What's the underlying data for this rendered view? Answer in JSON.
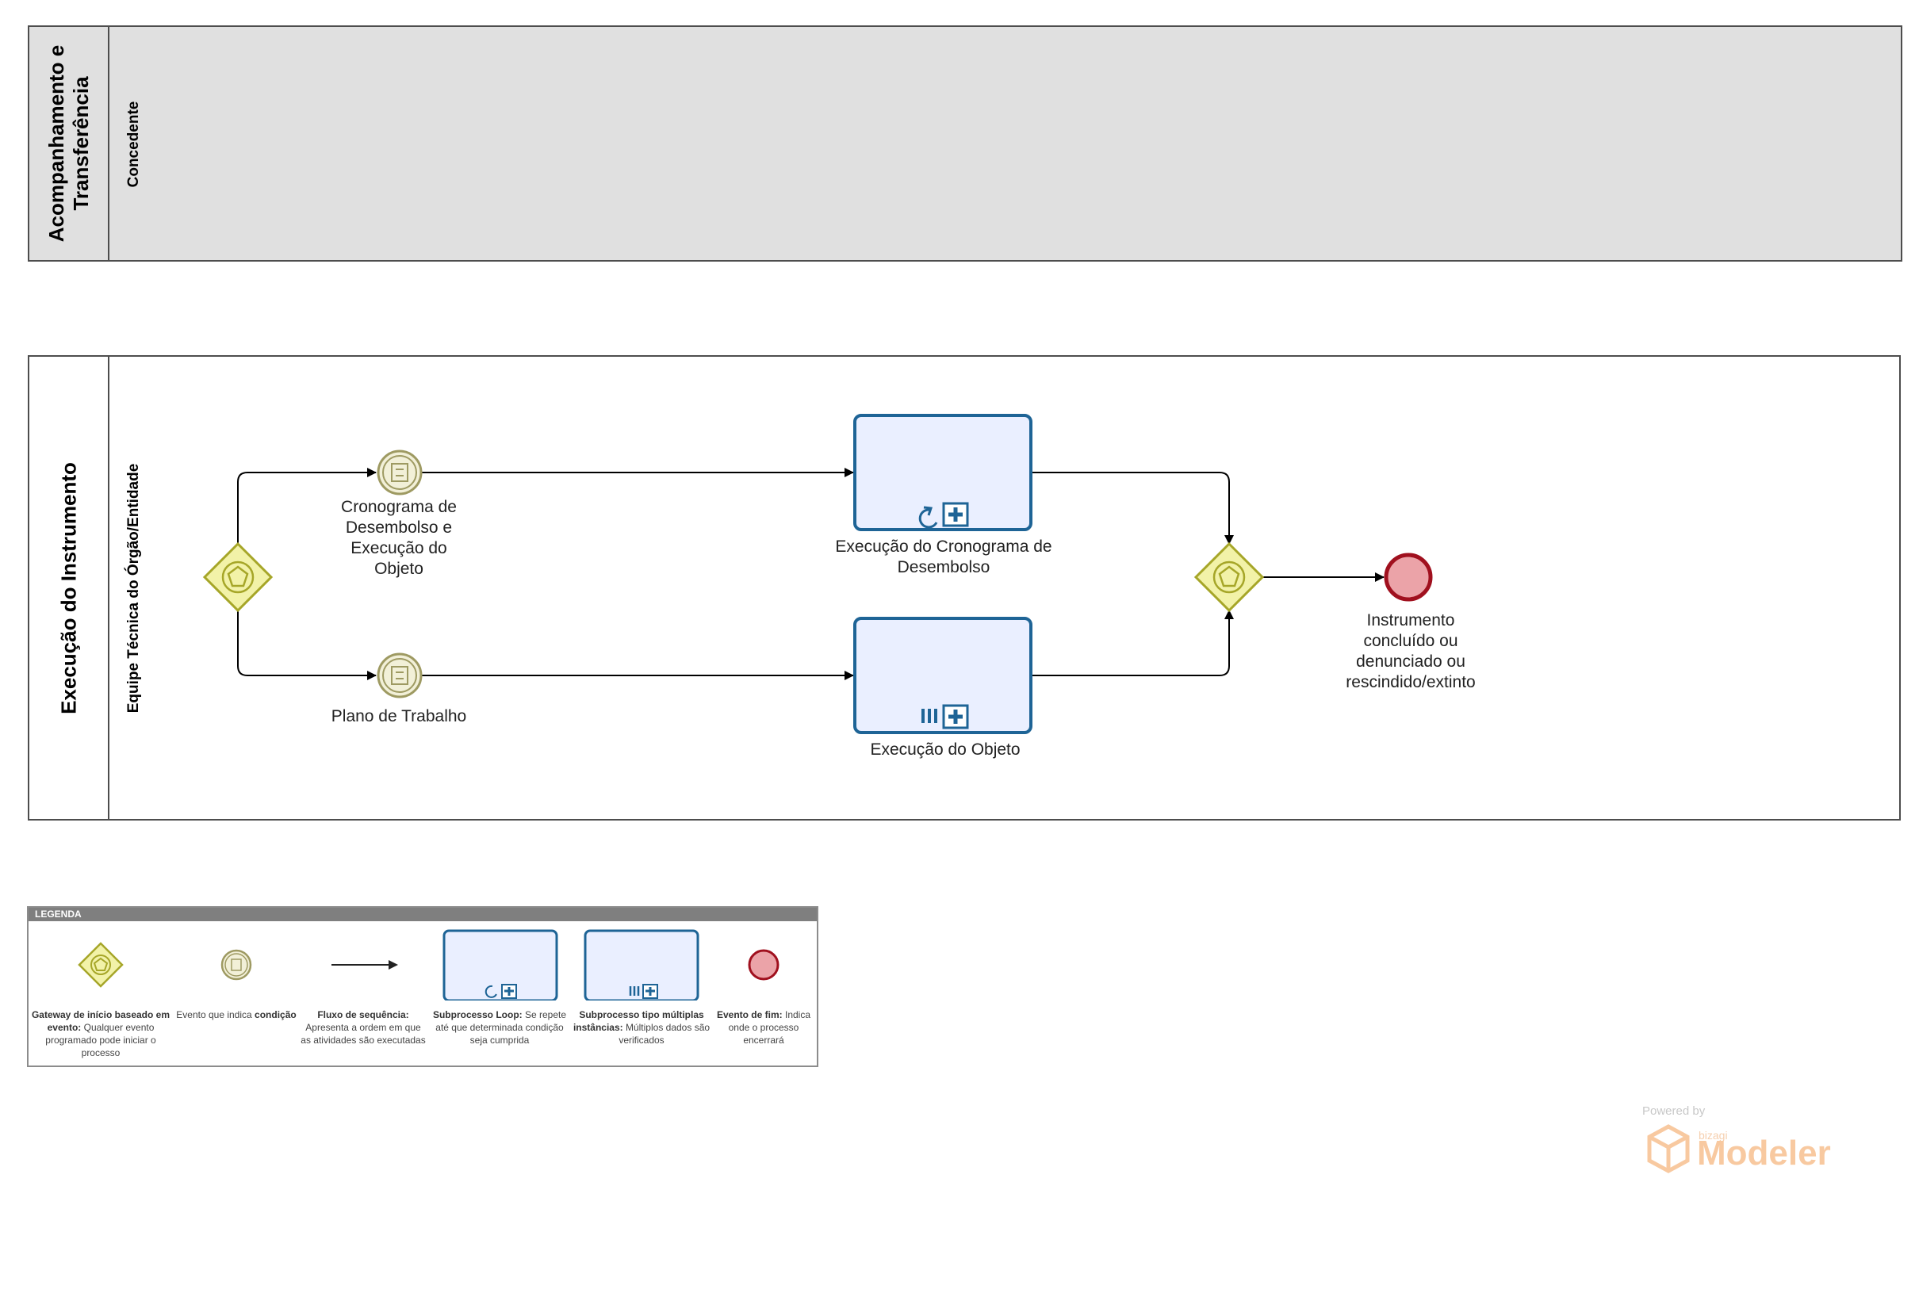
{
  "pools": [
    {
      "title": "Acompanhamento e Transferência",
      "lanes": [
        {
          "title": "Concedente"
        }
      ]
    },
    {
      "title": "Execução do Instrumento",
      "lanes": [
        {
          "title": "Equipe Técnica do Órgão/Entidade"
        }
      ]
    }
  ],
  "nodes": {
    "start_gateway": {
      "type": "event-based start gateway"
    },
    "cond_event_1": {
      "label": "Cronograma de Desembolso e Execução do Objeto"
    },
    "cond_event_2": {
      "label": "Plano de Trabalho"
    },
    "subprocess_loop": {
      "label": "Execução do Cronograma de Desembolso"
    },
    "subprocess_multi": {
      "label": "Execução do Objeto"
    },
    "join_gateway": {
      "type": "event-based gateway"
    },
    "end_event": {
      "label": "Instrumento concluído ou denunciado ou rescindido/extinto"
    }
  },
  "legend": {
    "title": "LEGENDA",
    "items": [
      {
        "bold": "Gateway de início baseado em evento:",
        "text": " Qualquer evento programado pode iniciar o processo"
      },
      {
        "bold": "",
        "text": "Evento que indica ",
        "bold2": "condição"
      },
      {
        "bold": "Fluxo de sequência:",
        "text": " Apresenta a ordem em que as atividades são executadas"
      },
      {
        "bold": "Subprocesso Loop:",
        "text": " Se repete até que determinada condição seja cumprida"
      },
      {
        "bold": "Subprocesso tipo múltiplas instâncias:",
        "text": " Múltiplos dados são verificados"
      },
      {
        "bold": "Evento de fim:",
        "text": " Indica onde o processo encerrará"
      }
    ]
  },
  "branding": {
    "powered": "Powered by",
    "vendor": "bizagi",
    "product": "Modeler"
  },
  "colors": {
    "gateway_fill": "#f2f2a8",
    "gateway_stroke": "#a6a628",
    "event_fill": "#f2f0d8",
    "event_stroke": "#9e9a62",
    "task_fill": "#eaefff",
    "task_stroke": "#1e6496",
    "end_fill": "#eba3a8",
    "end_stroke": "#a0101e",
    "pool_header_fill": "#e0e0e0"
  }
}
